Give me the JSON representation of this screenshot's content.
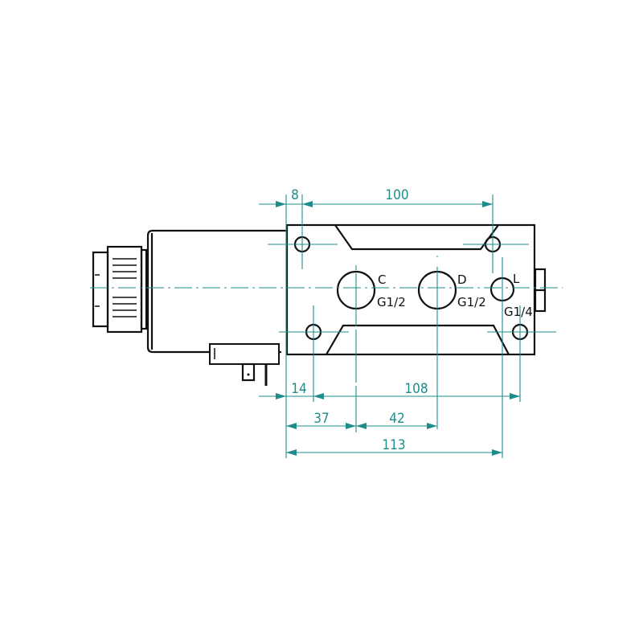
{
  "dimensions": {
    "d8": "8",
    "d100": "100",
    "d14": "14",
    "d108": "108",
    "d37": "37",
    "d42": "42",
    "d113": "113"
  },
  "ports": {
    "c_label": "C",
    "c_thread": "G1/2",
    "d_label": "D",
    "d_thread": "G1/2",
    "l_label": "L",
    "l_thread": "G1/4"
  },
  "colors": {
    "dimension": "#1f8c8c",
    "outline": "#111111"
  }
}
